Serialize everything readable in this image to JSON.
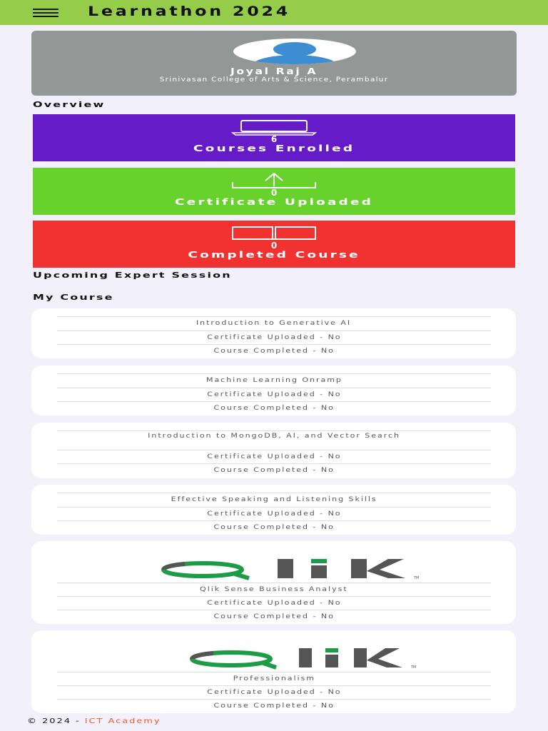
{
  "header": {
    "title": "Learnathon 2024",
    "menu_icon": "hamburger-menu-icon"
  },
  "profile": {
    "name": "Joyal Raj A",
    "college": "Srinivasan College of Arts & Science, Perambalur",
    "avatar_icon": "user-avatar-icon"
  },
  "overview": {
    "title": "Overview",
    "cards": [
      {
        "count": "6",
        "label": "Courses Enrolled",
        "color": "#661bc8",
        "icon": "laptop-icon"
      },
      {
        "count": "0",
        "label": "Certificate Uploaded",
        "color": "#67d22b",
        "icon": "upload-icon"
      },
      {
        "count": "0",
        "label": "Completed Course",
        "color": "#f23131",
        "icon": "book-icon"
      }
    ]
  },
  "upcoming": {
    "title": "Upcoming Expert Session"
  },
  "my_course": {
    "title": "My Course",
    "courses": [
      {
        "name": "Introduction to Generative AI",
        "certificate": "Certificate Uploaded - No",
        "completed": "Course Completed - No"
      },
      {
        "name": "Machine Learning Onramp",
        "certificate": "Certificate Uploaded - No",
        "completed": "Course Completed - No"
      },
      {
        "name": "Introduction to MongoDB, AI, and Vector Search",
        "certificate": "Certificate Uploaded - No",
        "completed": "Course Completed - No"
      },
      {
        "name": "Effective Speaking and Listening Skills",
        "certificate": "Certificate Uploaded - No",
        "completed": "Course Completed - No"
      },
      {
        "logo": "Qlik",
        "name": "Qlik Sense Business Analyst",
        "certificate": "Certificate Uploaded - No",
        "completed": "Course Completed - No"
      },
      {
        "logo": "Qlik",
        "name": "Professionalism",
        "certificate": "Certificate Uploaded - No",
        "completed": "Course Completed - No"
      }
    ]
  },
  "footer": {
    "copyright": "© 2024 - ",
    "org": "ICT Academy"
  },
  "colors": {
    "header_bg": "#95cc49",
    "page_bg": "#f2f1fb",
    "profile_bg": "#939896",
    "qlik_green": "#1e9b47"
  }
}
